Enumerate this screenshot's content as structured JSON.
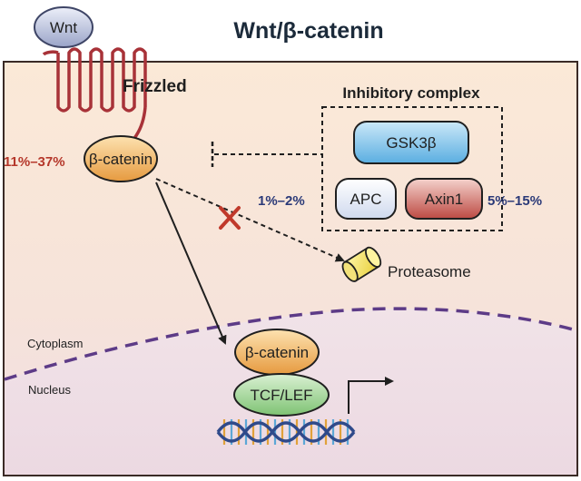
{
  "title": "Wnt/β-catenin",
  "ligand": {
    "label": "Wnt"
  },
  "receptor": {
    "label": "Frizzled"
  },
  "complex": {
    "title": "Inhibitory complex",
    "members": {
      "gsk": "GSK3β",
      "apc": "APC",
      "axin": "Axin1"
    }
  },
  "beta_catenin_cyto": {
    "label": "β-catenin"
  },
  "beta_catenin_nuc": {
    "label": "β-catenin"
  },
  "tcf": {
    "label": "TCF/LEF"
  },
  "proteasome": {
    "label": "Proteasome"
  },
  "compartments": {
    "cytoplasm": "Cytoplasm",
    "nucleus": "Nucleus"
  },
  "percentages": {
    "beta_catenin": "11%–37%",
    "apc": "1%–2%",
    "axin": "5%–15%"
  },
  "colors": {
    "cell_fill": "#fae8d6",
    "nucleus_fill": "#f1e0e6",
    "membrane": "#a83238",
    "nuclear_envelope": "#5d3b87",
    "beta_catenin_fill": "#e9a049",
    "gsk_fill": "#6cb8e6",
    "apc_fill": "#dfe7f5",
    "axin_fill": "#c4524d",
    "tcf_fill": "#8fce84",
    "inhibition_mark": "#c0392b"
  }
}
